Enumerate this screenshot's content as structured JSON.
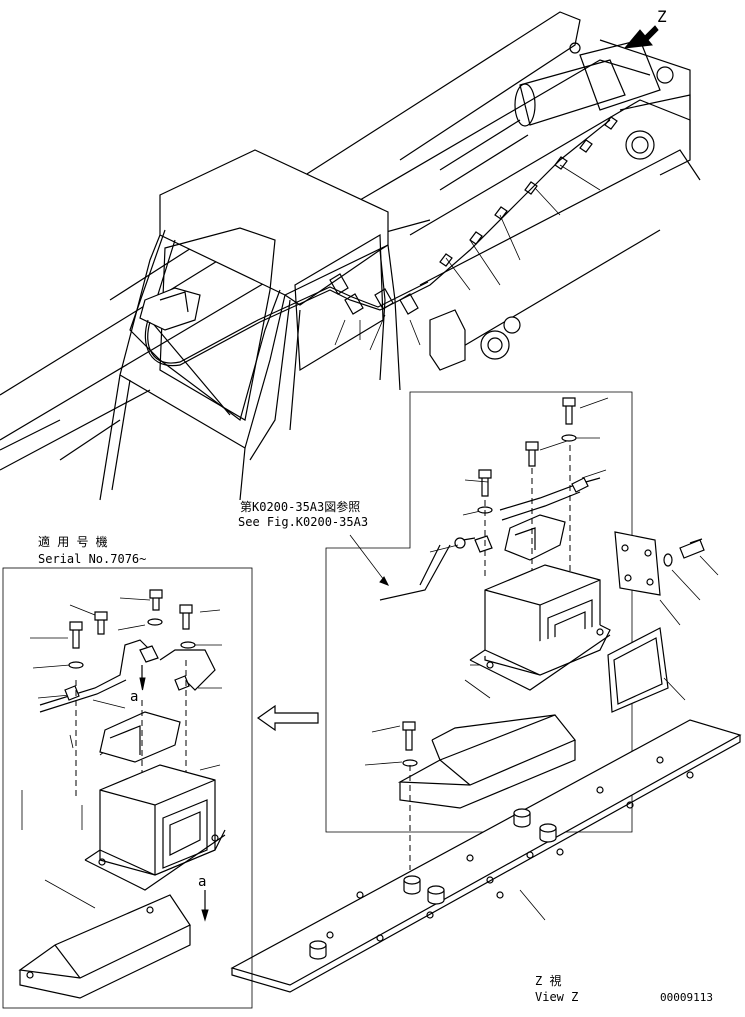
{
  "labels": {
    "view_arrow_letter": "Z",
    "ref_note_jp": "第K0200-35A3図参照",
    "ref_note_en": "See Fig.K0200-35A3",
    "serial_jp": "適 用 号 機",
    "serial_en": "Serial No.7076~",
    "detail_mark_top": "a",
    "detail_mark_bottom": "a",
    "view_title_jp": "Z  視",
    "view_title_en": "View Z",
    "drawing_number": "00009113"
  },
  "colors": {
    "line": "#000000",
    "background": "#ffffff"
  }
}
